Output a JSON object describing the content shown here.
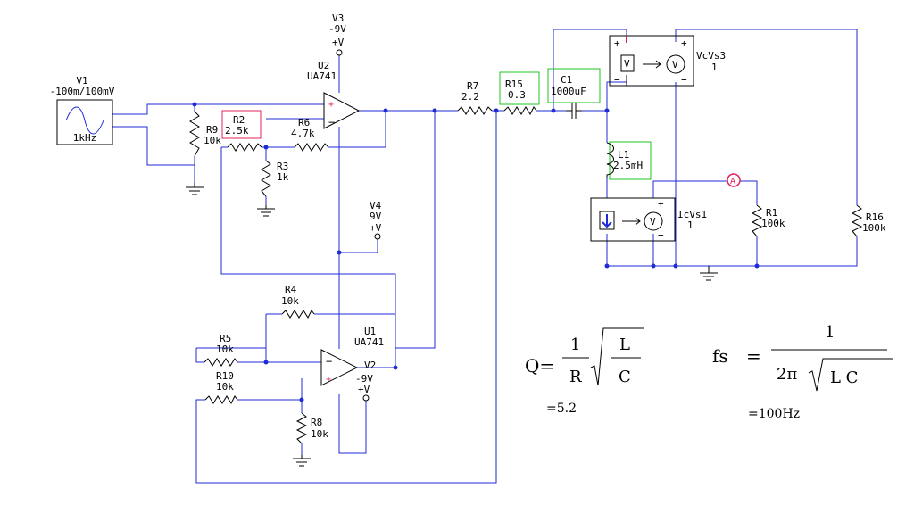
{
  "components": {
    "V1": {
      "name": "V1",
      "value": "-100m/100mV",
      "freq": "1kHz"
    },
    "V3": {
      "name": "V3",
      "value": "-9V",
      "rail": "+V"
    },
    "V4": {
      "name": "V4",
      "value": "9V",
      "rail": "+V"
    },
    "V2": {
      "name": "V2",
      "value": "-9V",
      "rail": "+V"
    },
    "U2": {
      "name": "U2",
      "model": "UA741"
    },
    "U1": {
      "name": "U1",
      "model": "UA741"
    },
    "R2": {
      "name": "R2",
      "value": "2.5k"
    },
    "R9": {
      "name": "R9",
      "value": "10k"
    },
    "R6": {
      "name": "R6",
      "value": "4.7k"
    },
    "R3": {
      "name": "R3",
      "value": "1k"
    },
    "R7": {
      "name": "R7",
      "value": "2.2"
    },
    "R15": {
      "name": "R15",
      "value": "0.3"
    },
    "C1": {
      "name": "C1",
      "value": "1000uF"
    },
    "L1": {
      "name": "L1",
      "value": "2.5mH"
    },
    "VcVs3": {
      "name": "VcVs3",
      "value": "1",
      "meter": "V"
    },
    "IcVs1": {
      "name": "IcVs1",
      "value": "1",
      "meter": "V"
    },
    "R1": {
      "name": "R1",
      "value": "100k"
    },
    "R16": {
      "name": "R16",
      "value": "100k"
    },
    "R4": {
      "name": "R4",
      "value": "10k"
    },
    "R5": {
      "name": "R5",
      "value": "10k"
    },
    "R10": {
      "name": "R10",
      "value": "10k"
    },
    "R8": {
      "name": "R8",
      "value": "10k"
    },
    "probe": {
      "label": "A"
    }
  },
  "formulas": {
    "q_lhs": "Q=",
    "q_num": "1",
    "q_den": "R",
    "q_rnum": "L",
    "q_rden": "C",
    "q_result": "=5.2",
    "fs_lhs": "fs",
    "fs_eq": "=",
    "fs_num": "1",
    "fs_den": "2π",
    "fs_root": "L C",
    "fs_result": "=100Hz"
  },
  "colors": {
    "wire": "#1f2bd6",
    "highlight_red": "#e0245a",
    "highlight_green": "#1ec31e"
  }
}
